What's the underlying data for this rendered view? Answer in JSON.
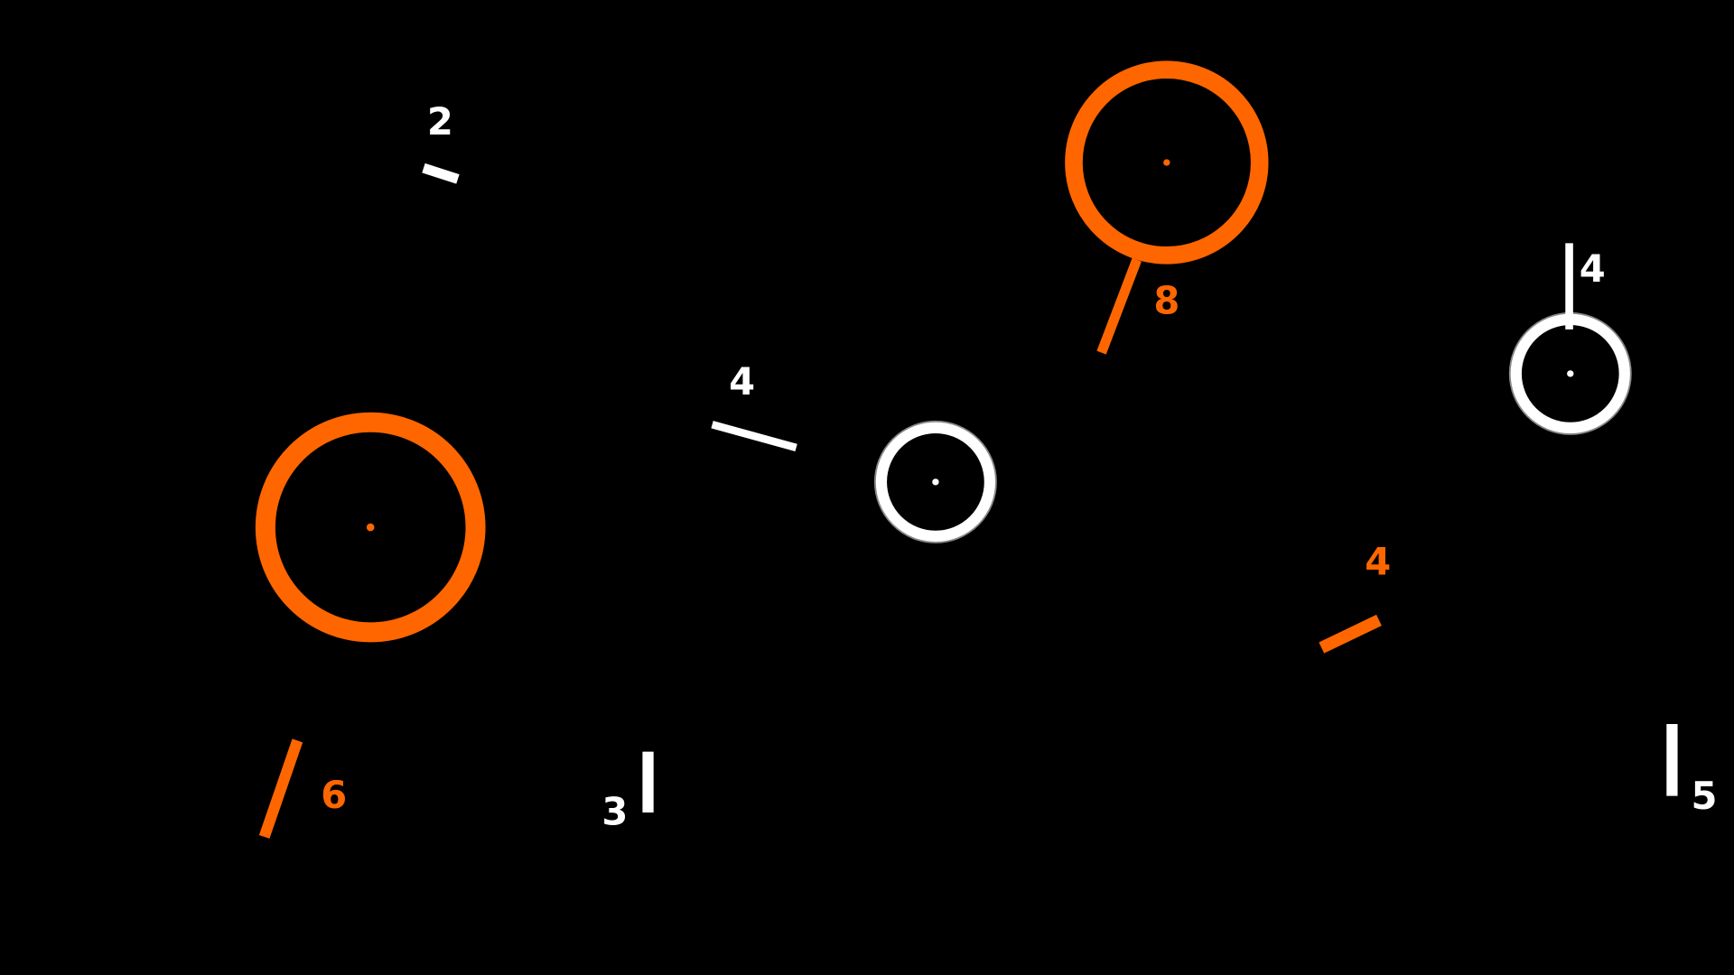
{
  "colors": {
    "background": "#000000",
    "orange": "#ff6600",
    "white": "#ffffff",
    "outline": "#888888"
  },
  "circles": [
    {
      "id": "orange-circle-left",
      "color": "orange"
    },
    {
      "id": "orange-circle-top",
      "color": "orange"
    },
    {
      "id": "white-circle-center",
      "color": "white"
    },
    {
      "id": "white-circle-right",
      "color": "white"
    }
  ],
  "sticks": [
    {
      "label": "2",
      "color": "white"
    },
    {
      "label": "4",
      "color": "white"
    },
    {
      "label": "8",
      "color": "orange"
    },
    {
      "label": "4",
      "color": "white"
    },
    {
      "label": "4",
      "color": "orange"
    },
    {
      "label": "6",
      "color": "orange"
    },
    {
      "label": "3",
      "color": "white"
    },
    {
      "label": "5",
      "color": "white"
    }
  ]
}
